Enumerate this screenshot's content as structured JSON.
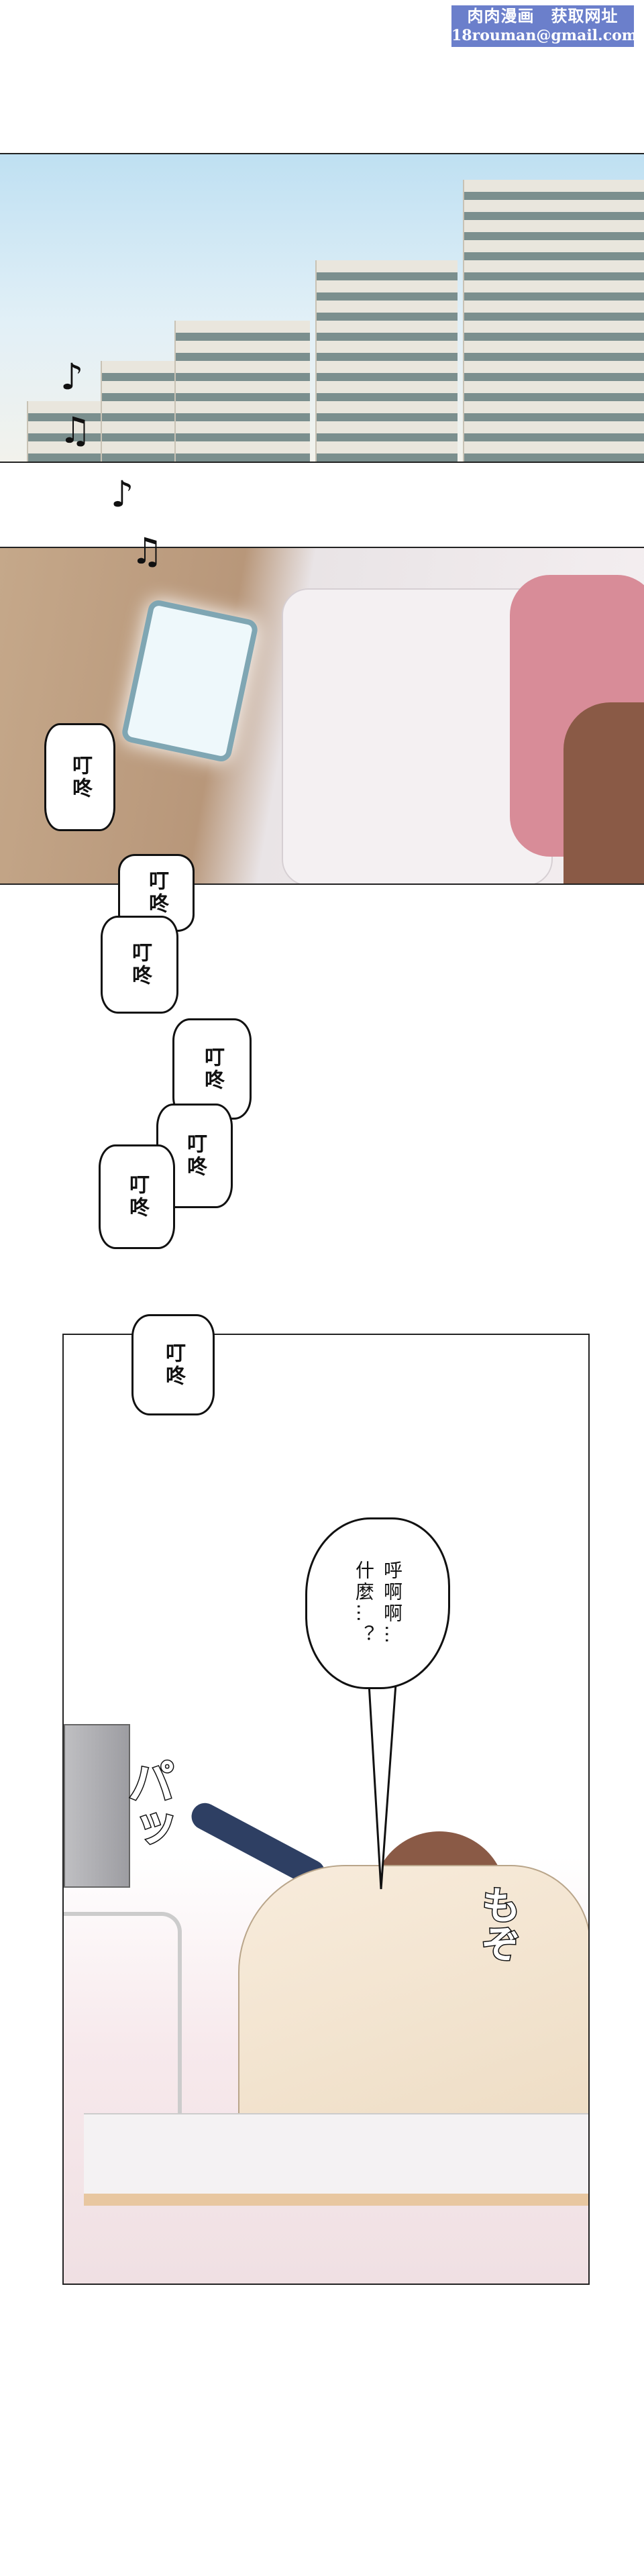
{
  "watermark": {
    "line1": "肉肉漫画　获取网址",
    "line2": "18rouman@gmail.com",
    "color": "#6b7fcb"
  },
  "panel2": {
    "bubbles": [
      {
        "text": "叮咚"
      },
      {
        "text": "叮咚"
      },
      {
        "text": "叮咚"
      },
      {
        "text": "叮咚"
      },
      {
        "text": "叮咚"
      },
      {
        "text": "叮咚"
      },
      {
        "text": "叮咚"
      }
    ]
  },
  "music_notes": [
    "♪",
    "♫",
    "♪",
    "♫"
  ],
  "panel3": {
    "speech": {
      "line1": "呼啊啊…",
      "line2": "什麼…？"
    },
    "sfx_pat": "パッ",
    "sfx_wriggle": "もぞ"
  }
}
